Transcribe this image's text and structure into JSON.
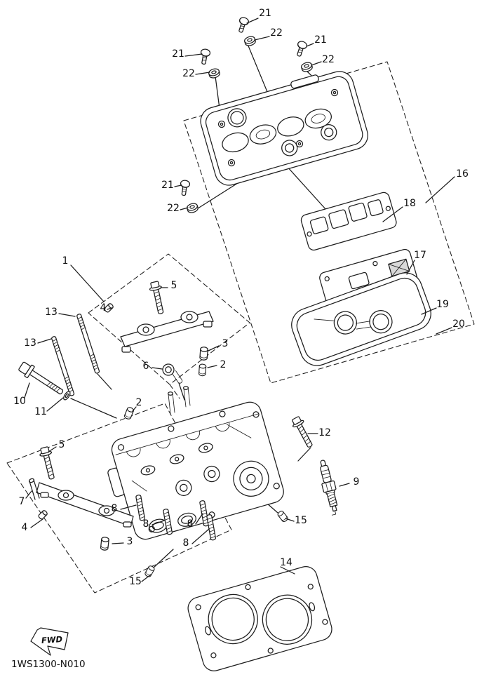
{
  "diagram": {
    "code": "1WS1300-N010",
    "fwd_label": "FWD"
  },
  "callouts": [
    "21",
    "22",
    "21",
    "22",
    "21",
    "22",
    "16",
    "21",
    "22",
    "18",
    "17",
    "1",
    "5",
    "19",
    "4",
    "13",
    "20",
    "13",
    "3",
    "6",
    "2",
    "10",
    "11",
    "2",
    "12",
    "5",
    "9",
    "7",
    "8",
    "15",
    "8",
    "4",
    "8",
    "3",
    "8",
    "14",
    "15"
  ]
}
